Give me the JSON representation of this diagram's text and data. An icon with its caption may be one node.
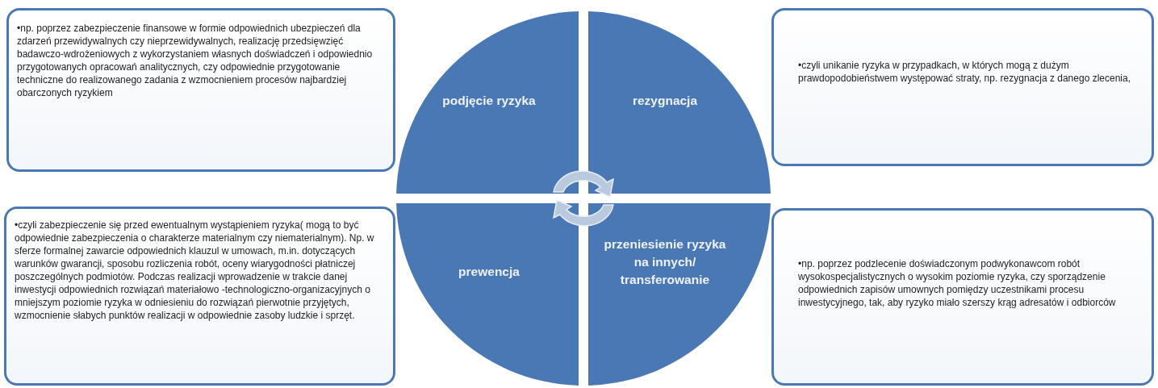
{
  "diagram": {
    "nodes": [
      {
        "text": [
          "•np. poprzez zabezpieczenie finansowe w formie odpowiednich ubezpieczeń dla zdarzeń przewidywalnych czy nieprzewidywalnych, realizację przedsięwzięć badawczo-wdrożeniowych z wykorzystaniem własnych doświadczeń i odpowiednio przygotowanych opracowań analitycznych, czy odpowiednie przygotowanie techniczne do realizowanego zadania z wzmocnieniem procesów najbardziej obarczonych ryzykiem"
        ]
      },
      {
        "text": [
          "podjęcie ryzyka"
        ]
      },
      {
        "text": [
          "rezygnacja"
        ]
      },
      {
        "text": [
          "•czyli unikanie ryzyka w przypadkach, w których mogą z dużym prawdopodobieństwem występować straty, np. rezygnacja z danego zlecenia,"
        ]
      },
      {
        "text": [
          "•czyli zabezpieczenie się przed ewentualnym wystąpieniem ryzyka( mogą to być odpowiednie zabezpieczenia o charakterze materialnym czy niematerialnym). Np. w sferze formalnej zawarcie odpowiednich klauzul w umowach, m.in. dotyczących warunków gwarancji, sposobu rozliczenia robót, oceny wiarygodności płatniczej poszczególnych podmiotów. Podczas realizacji wprowadzenie w trakcie danej inwestycji odpowiednich rozwiązań materiałowo -technologiczno-organizacyjnych o mniejszym poziomie ryzyka w odniesieniu do rozwiązań pierwotnie przyjętych, wzmocnienie słabych punktów realizacji w odpowiednie zasoby ludzkie i sprzęt."
        ]
      },
      {
        "text": [
          "prewencja"
        ]
      },
      {
        "text": [
          "przeniesienie ryzyka na innych/ transferowanie"
        ]
      },
      {
        "text": [
          "•np. poprzez podzlecenie doświadczonym podwykonawcom robót wysokospecjalistycznych o wysokim poziomie ryzyka, czy sporządzenie odpowiednich zapisów umownych pomiędzy uczestnikami procesu inwestycyjnego, tak, aby ryzyko miało szerszy krąg adresatów i odbiorców"
        ]
      }
    ]
  }
}
